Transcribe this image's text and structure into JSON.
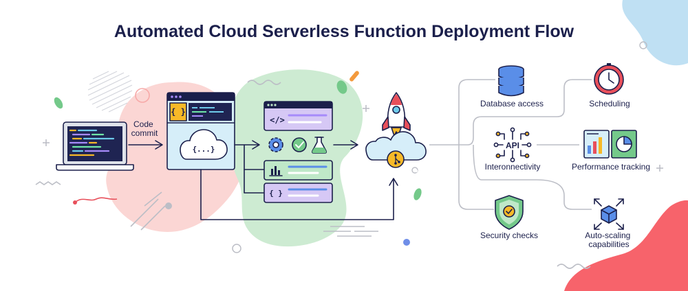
{
  "title": "Automated Cloud Serverless Function Deployment Flow",
  "flow": {
    "commit_label_line1": "Code",
    "commit_label_line2": "commit"
  },
  "capabilities": [
    {
      "label": "Database access",
      "icon": "database-icon"
    },
    {
      "label": "Scheduling",
      "icon": "clock-icon"
    },
    {
      "label": "Interonnectivity",
      "icon": "api-icon",
      "icon_text": "API"
    },
    {
      "label": "Performance tracking",
      "icon": "chart-icon"
    },
    {
      "label": "Security checks",
      "icon": "shield-check-icon"
    },
    {
      "label": "Auto-scaling",
      "label_line2": "capabilities",
      "icon": "cube-arrows-icon"
    }
  ],
  "code_glyphs": {
    "braces": "{ }",
    "tag": "</>",
    "cloud_braces": "{...}"
  },
  "colors": {
    "ink": "#1b1f4b",
    "window_blue": "#d6eef9",
    "window_purple": "#d6c8f5",
    "window_green": "#bfe8c8",
    "accent_yellow": "#f7b928",
    "blob_pink": "#fbd6d4",
    "blob_mint": "#cdebd2",
    "corner_red": "#f7636b",
    "corner_blue": "#bfe0f3"
  }
}
